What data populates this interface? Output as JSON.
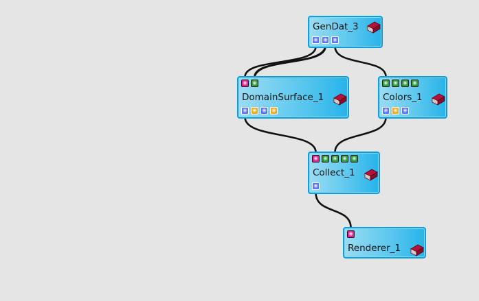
{
  "colors": {
    "background": "#e5e5e5",
    "node_border": "#0aa0e0",
    "wire": "#111111",
    "port_pink": "#e0208c",
    "port_green": "#2a9a3a",
    "port_blue": "#5a72f0",
    "port_orange": "#f0a818",
    "book_red": "#b4123a"
  },
  "nodes": [
    {
      "id": "gendat",
      "title": "GenDat_3",
      "inputs": [],
      "outputs": [
        "blue",
        "blue",
        "blue"
      ]
    },
    {
      "id": "domain",
      "title": "DomainSurface_1",
      "inputs": [
        "pink",
        "green"
      ],
      "outputs": [
        "blue",
        "orange",
        "blue",
        "orange"
      ]
    },
    {
      "id": "colors",
      "title": "Colors_1",
      "inputs": [
        "green",
        "green",
        "green",
        "green"
      ],
      "outputs": [
        "blue",
        "orange",
        "blue"
      ]
    },
    {
      "id": "collect",
      "title": "Collect_1",
      "inputs": [
        "pink",
        "green",
        "green",
        "green",
        "green"
      ],
      "outputs": [
        "blue"
      ]
    },
    {
      "id": "renderer",
      "title": "Renderer_1",
      "inputs": [
        "pink"
      ],
      "outputs": []
    }
  ],
  "connections": [
    {
      "from": "gendat",
      "from_port": 0,
      "to": "domain",
      "to_port": 0
    },
    {
      "from": "gendat",
      "from_port": 1,
      "to": "domain",
      "to_port": 1
    },
    {
      "from": "gendat",
      "from_port": 1,
      "to": "domain",
      "to_port": 1
    },
    {
      "from": "gendat",
      "from_port": 2,
      "to": "colors",
      "to_port": 0
    },
    {
      "from": "domain",
      "from_port": 0,
      "to": "collect",
      "to_port": 0
    },
    {
      "from": "colors",
      "from_port": 0,
      "to": "collect",
      "to_port": 2
    },
    {
      "from": "collect",
      "from_port": 0,
      "to": "renderer",
      "to_port": 0
    }
  ]
}
